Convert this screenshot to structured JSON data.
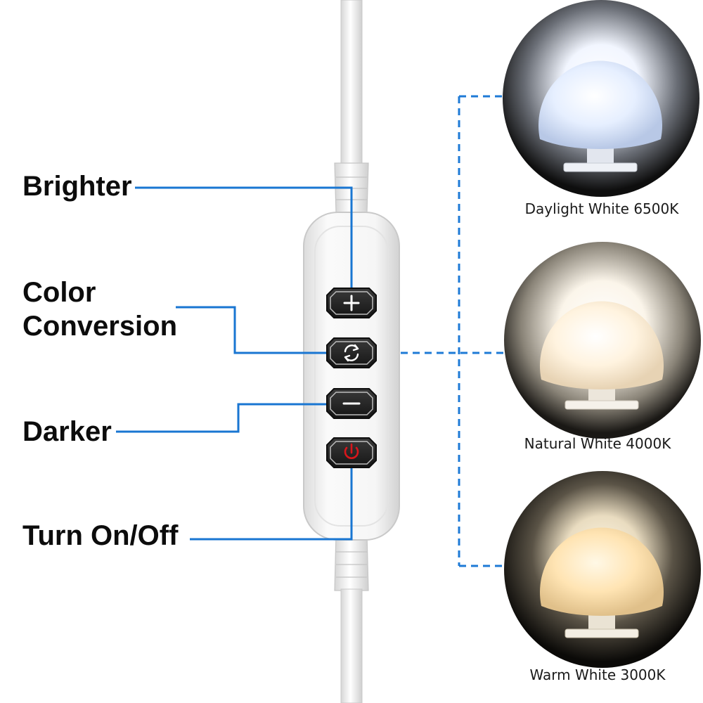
{
  "controller": {
    "buttons": [
      {
        "label": "Brighter",
        "icon": "plus-icon"
      },
      {
        "label_line1": "Color",
        "label_line2": "Conversion",
        "icon": "cycle-arrows-icon"
      },
      {
        "label": "Darker",
        "icon": "minus-icon"
      },
      {
        "label": "Turn On/Off",
        "icon": "power-icon"
      }
    ]
  },
  "bulbs": [
    {
      "caption": "Daylight White 6500K",
      "glow": "#dce8ff"
    },
    {
      "caption": "Natural White 4000K",
      "glow": "#fff1dc"
    },
    {
      "caption": "Warm White 3000K",
      "glow": "#ffe5b8"
    }
  ],
  "colors": {
    "leader_line": "#1976d2",
    "dashed_line": "#1e7ad6",
    "button_body": "#1f1f1f",
    "power_icon": "#d8161b",
    "controller_body": "#f4f4f4"
  }
}
